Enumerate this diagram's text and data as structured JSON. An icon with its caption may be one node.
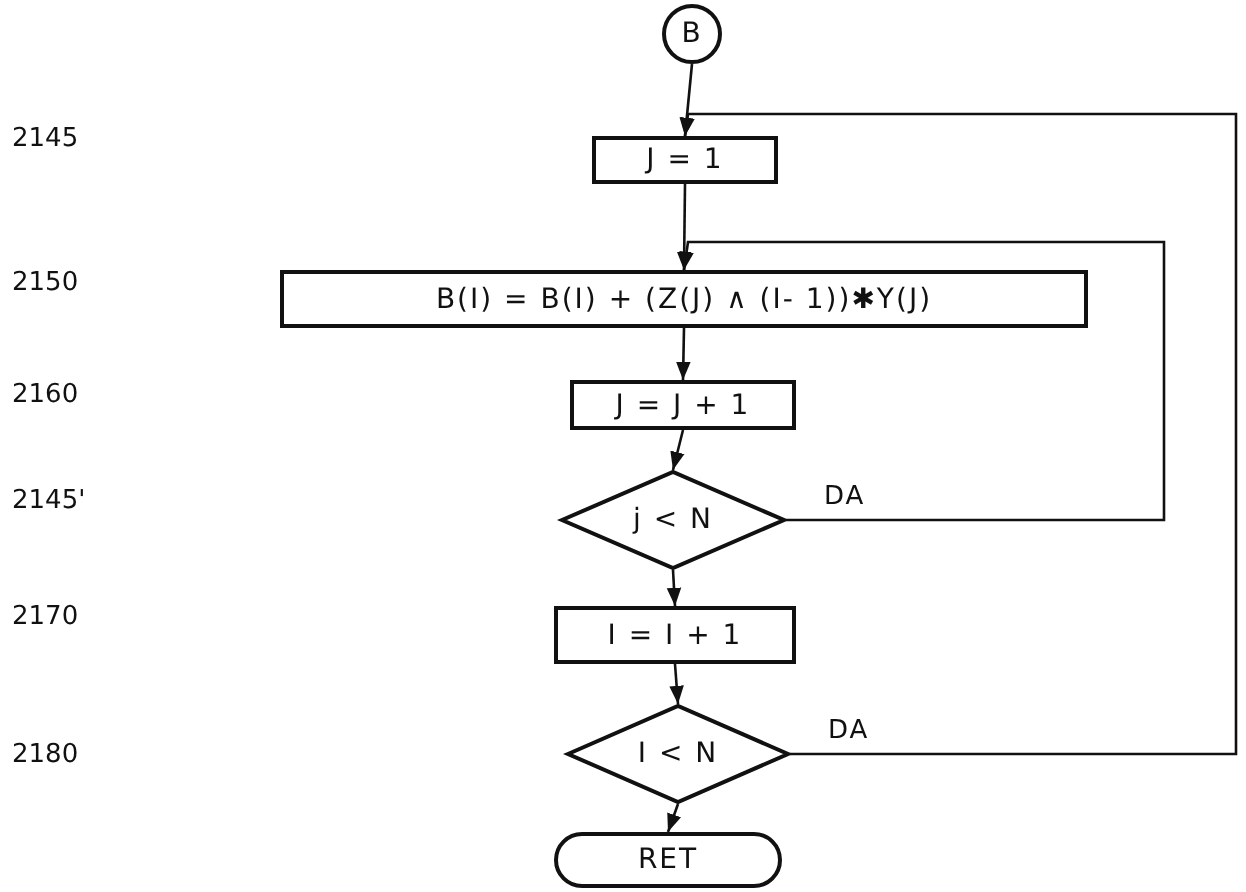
{
  "diagram": {
    "nodes": [
      {
        "text": [
          "B"
        ]
      },
      {
        "text": [
          "J = 1"
        ]
      },
      {
        "text": [
          "B(I) = B(I) + (Z(J) ∧ (I- 1))✱Y(J)"
        ]
      },
      {
        "text": [
          "J = J + 1"
        ]
      },
      {
        "text": [
          "j < N"
        ]
      },
      {
        "text": [
          "I = I + 1"
        ]
      },
      {
        "text": [
          "I < N"
        ]
      },
      {
        "text": [
          "RET"
        ]
      }
    ],
    "edges": [
      {
        "from": 0,
        "to": 1,
        "arrow": "to"
      },
      {
        "from": 1,
        "to": 2,
        "arrow": "to"
      },
      {
        "from": 2,
        "to": 3,
        "arrow": "to"
      },
      {
        "from": 3,
        "to": 4,
        "arrow": "to"
      },
      {
        "from": 4,
        "to": 5,
        "arrow": "to"
      },
      {
        "from": 5,
        "to": 6,
        "arrow": "to"
      },
      {
        "from": 6,
        "to": 7,
        "arrow": "to"
      },
      {
        "from": 4,
        "to": 2,
        "arrow": "to",
        "label": "DA"
      },
      {
        "from": 6,
        "to": 1,
        "arrow": "to",
        "label": "DA"
      }
    ],
    "labels": [
      "2145",
      "2150",
      "2160",
      "2145'",
      "2170",
      "2180"
    ]
  }
}
